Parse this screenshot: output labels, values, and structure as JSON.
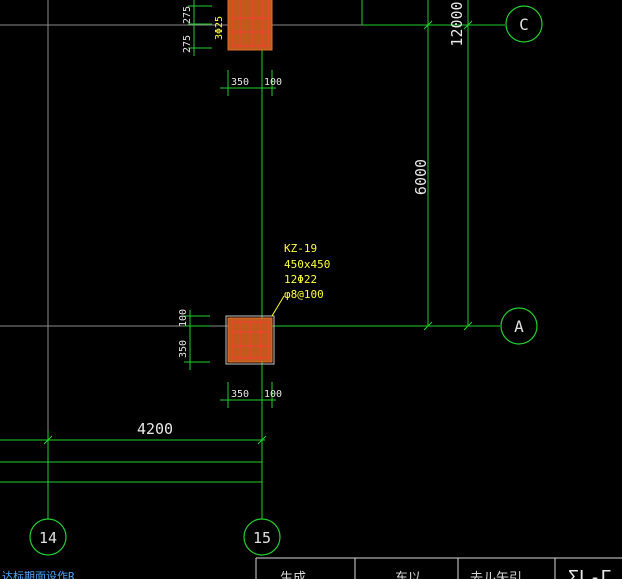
{
  "canvas": {
    "background": "#000000"
  },
  "colors": {
    "axis": "#21d02d",
    "annotation": "#ffff33",
    "gridline": "#8a8a8a",
    "column_fill": "#c25a1b",
    "rebar": "#ff3b3b",
    "bubble_text": "#e0e0e0",
    "status_text": "#4aa6ff"
  },
  "axes": {
    "row_C": "C",
    "row_A": "A",
    "col_14": "14",
    "col_15": "15"
  },
  "dimensions": {
    "span_14_15": "4200",
    "span_A_C": "6000",
    "span_total": "12000",
    "col_top_h1": "350",
    "col_top_h2": "100",
    "col_top_v1": "275",
    "col_top_v2": "275",
    "col_bot_h1": "350",
    "col_bot_h2": "100",
    "col_bot_v1": "100",
    "col_bot_v2": "350"
  },
  "column_top": {
    "rebar_label": "3Φ25"
  },
  "column_kz19": {
    "name": "KZ-19",
    "size": "450x450",
    "main_rebar": "12Φ22",
    "stirrup": "φ8@100"
  },
  "status_bar": {
    "left_text": "达标期面设作R",
    "cells": [
      "生成",
      "东以",
      "去ル矢引",
      "ΣL-Γ"
    ]
  }
}
